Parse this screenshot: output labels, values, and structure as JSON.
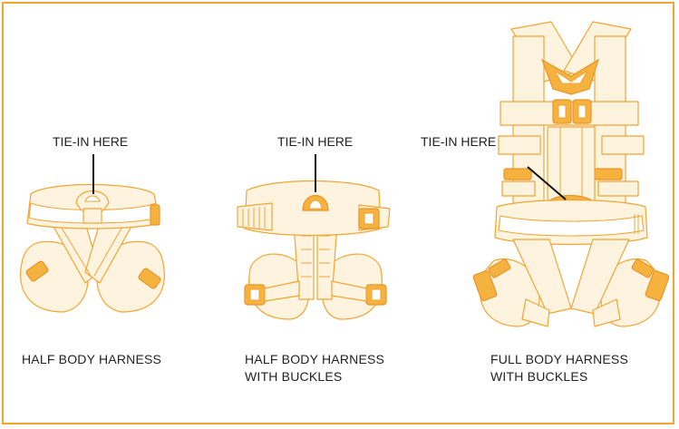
{
  "colors": {
    "border": "#f2a531",
    "outline": "#f2a531",
    "fill": "#fdf3df",
    "buckle": "#f5b23f",
    "text": "#222222",
    "pointer": "#111111"
  },
  "harnesses": [
    {
      "name": "HALF BODY HARNESS",
      "tie_in_label": "TIE-IN HERE",
      "icon": "half-body-harness-icon"
    },
    {
      "name": "HALF BODY HARNESS\nWITH BUCKLES",
      "tie_in_label": "TIE-IN HERE",
      "icon": "half-body-harness-with-buckles-icon"
    },
    {
      "name": "FULL BODY HARNESS\nWITH BUCKLES",
      "tie_in_label": "TIE-IN HERE",
      "icon": "full-body-harness-with-buckles-icon"
    }
  ]
}
